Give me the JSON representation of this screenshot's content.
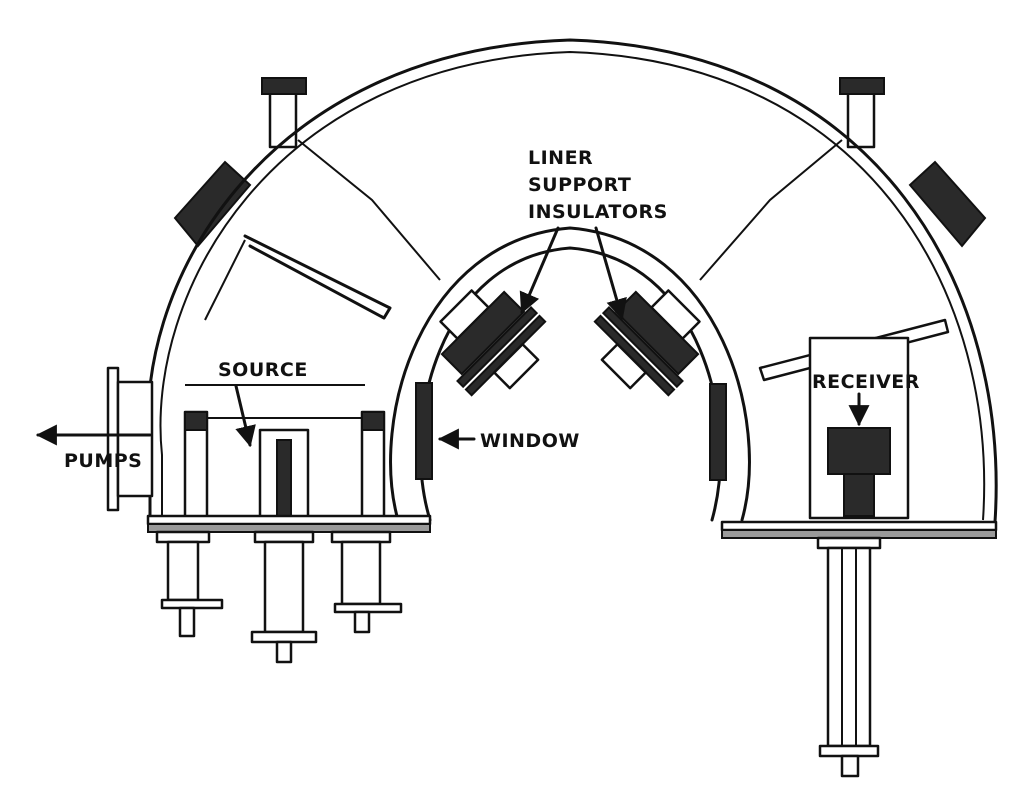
{
  "labels": {
    "liner": "LINER",
    "support": "SUPPORT",
    "insulators": "INSULATORS",
    "source": "SOURCE",
    "receiver": "RECEIVER",
    "window": "WINDOW",
    "pumps": "PUMPS"
  },
  "colors": {
    "ink": "#111111",
    "dark_fill": "#2a2a2a",
    "gray_fill": "#9a9a9a",
    "background": "#ffffff"
  }
}
